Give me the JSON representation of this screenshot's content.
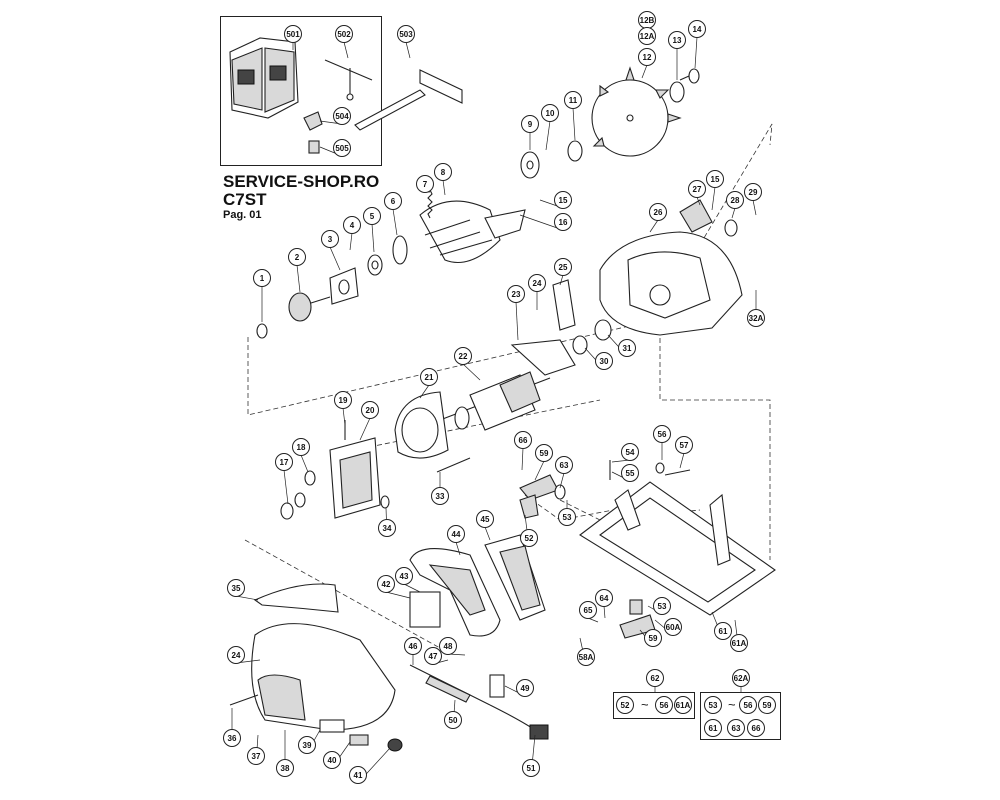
{
  "header": {
    "shop": "SERVICE-SHOP.RO",
    "model": "C7ST",
    "page": "Pag. 01"
  },
  "groups": {
    "g62": {
      "label": "62",
      "items": [
        "52",
        "56",
        "61A"
      ],
      "tilde": "~"
    },
    "g62a": {
      "label": "62A",
      "row1": [
        "53",
        "56",
        "59"
      ],
      "row2": [
        "61",
        "63",
        "66"
      ],
      "tilde": "~"
    }
  },
  "callouts": [
    {
      "label": "501"
    },
    {
      "label": "502"
    },
    {
      "label": "503"
    },
    {
      "label": "504"
    },
    {
      "label": "505"
    },
    {
      "label": "12B"
    },
    {
      "label": "12A"
    },
    {
      "label": "12"
    },
    {
      "label": "13"
    },
    {
      "label": "14"
    },
    {
      "label": "11"
    },
    {
      "label": "10"
    },
    {
      "label": "9"
    },
    {
      "label": "8"
    },
    {
      "label": "7"
    },
    {
      "label": "6"
    },
    {
      "label": "5"
    },
    {
      "label": "4"
    },
    {
      "label": "3"
    },
    {
      "label": "2"
    },
    {
      "label": "1"
    },
    {
      "label": "15"
    },
    {
      "label": "16"
    },
    {
      "label": "27"
    },
    {
      "label": "15"
    },
    {
      "label": "28"
    },
    {
      "label": "29"
    },
    {
      "label": "26"
    },
    {
      "label": "32A"
    },
    {
      "label": "25"
    },
    {
      "label": "24"
    },
    {
      "label": "23"
    },
    {
      "label": "30"
    },
    {
      "label": "31"
    },
    {
      "label": "22"
    },
    {
      "label": "21"
    },
    {
      "label": "19"
    },
    {
      "label": "20"
    },
    {
      "label": "18"
    },
    {
      "label": "17"
    },
    {
      "label": "33"
    },
    {
      "label": "34"
    },
    {
      "label": "66"
    },
    {
      "label": "59"
    },
    {
      "label": "63"
    },
    {
      "label": "53"
    },
    {
      "label": "52"
    },
    {
      "label": "54"
    },
    {
      "label": "55"
    },
    {
      "label": "56"
    },
    {
      "label": "57"
    },
    {
      "label": "44"
    },
    {
      "label": "45"
    },
    {
      "label": "43"
    },
    {
      "label": "42"
    },
    {
      "label": "35"
    },
    {
      "label": "24"
    },
    {
      "label": "46"
    },
    {
      "label": "47"
    },
    {
      "label": "48"
    },
    {
      "label": "49"
    },
    {
      "label": "50"
    },
    {
      "label": "36"
    },
    {
      "label": "37"
    },
    {
      "label": "38"
    },
    {
      "label": "39"
    },
    {
      "label": "40"
    },
    {
      "label": "41"
    },
    {
      "label": "51"
    },
    {
      "label": "65"
    },
    {
      "label": "64"
    },
    {
      "label": "58A"
    },
    {
      "label": "53"
    },
    {
      "label": "60A"
    },
    {
      "label": "59"
    },
    {
      "label": "61"
    },
    {
      "label": "61A"
    },
    {
      "label": "62"
    },
    {
      "label": "62A"
    }
  ]
}
